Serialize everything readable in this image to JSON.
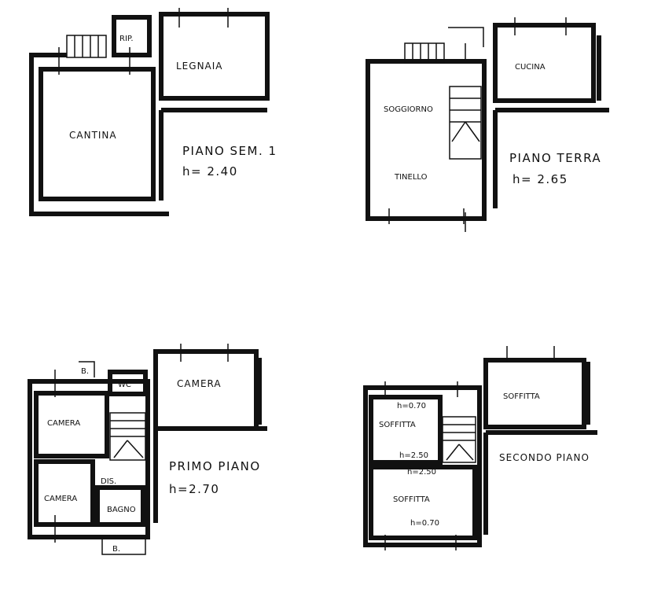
{
  "plans": [
    {
      "title": "PIANO SEM. 1",
      "height": "h= 2.40",
      "rooms": [
        "CANTINA",
        "LEGNAIA",
        "RIP."
      ]
    },
    {
      "title": "PIANO TERRA",
      "height": "h= 2.65",
      "rooms": [
        "SOGGIORNO",
        "TINELLO",
        "CUCINA"
      ]
    },
    {
      "title": "PRIMO PIANO",
      "height": "h=2.70",
      "rooms": [
        "CAMERA",
        "CAMERA",
        "CAMERA",
        "WC",
        "DIS.",
        "BAGNO",
        "B.",
        "B."
      ]
    },
    {
      "title": "SECONDO PIANO",
      "rooms": [
        "SOFFITTA",
        "SOFFITTA",
        "SOFFITTA"
      ],
      "heights": [
        "h=0.70",
        "h=2.50",
        "h=2.50",
        "h=0.70"
      ]
    }
  ]
}
